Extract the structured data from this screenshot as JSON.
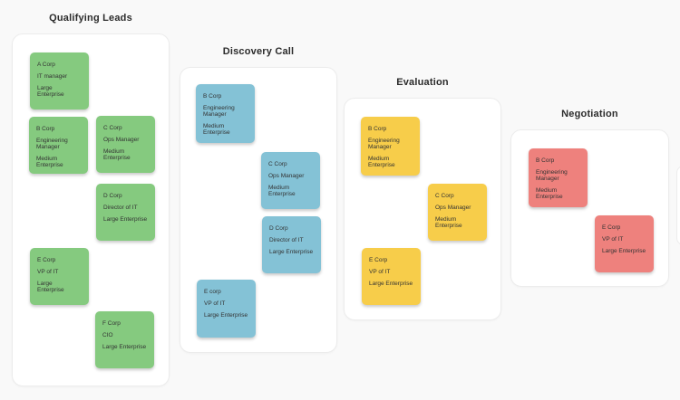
{
  "page": {
    "background_color": "#f9f9f9",
    "panel_color": "#ffffff",
    "panel_border_color": "#ececec"
  },
  "board": {
    "stages": [
      {
        "title": "Qualifying Leads",
        "card_color": "#85ca7f",
        "cards": [
          {
            "company": "A Corp",
            "role": "IT manager",
            "size": "Large\nEnterprise"
          },
          {
            "company": "B Corp",
            "role": "Engineering\nManager",
            "size": "Medium\nEnterprise"
          },
          {
            "company": "C Corp",
            "role": "Ops Manager",
            "size": "Medium\nEnterprise"
          },
          {
            "company": "D Corp",
            "role": "Director of IT",
            "size": "Large Enterprise"
          },
          {
            "company": "E Corp",
            "role": "VP of IT",
            "size": "Large\nEnterprise"
          },
          {
            "company": "F Corp",
            "role": "CIO",
            "size": "Large Enterprise"
          }
        ]
      },
      {
        "title": "Discovery Call",
        "card_color": "#84c2d6",
        "cards": [
          {
            "company": "B Corp",
            "role": "Engineering\nManager",
            "size": "Medium\nEnterprise"
          },
          {
            "company": "C Corp",
            "role": "Ops Manager",
            "size": "Medium\nEnterprise"
          },
          {
            "company": "D Corp",
            "role": "Director of IT",
            "size": "Large Enterprise"
          },
          {
            "company": "E corp",
            "role": "VP of IT",
            "size": "Large Enterprise"
          }
        ]
      },
      {
        "title": "Evaluation",
        "card_color": "#f7cd4a",
        "cards": [
          {
            "company": "B Corp",
            "role": "Engineering\nManager",
            "size": "Medium\nEnterprise"
          },
          {
            "company": "C Corp",
            "role": "Ops Manager",
            "size": "Medium\nEnterprise"
          },
          {
            "company": "E Corp",
            "role": "VP of IT",
            "size": "Large Enterprise"
          }
        ]
      },
      {
        "title": "Negotiation",
        "card_color": "#ee817d",
        "cards": [
          {
            "company": "B Corp",
            "role": "Engineering\nManager",
            "size": "Medium\nEnterprise"
          },
          {
            "company": "E Corp",
            "role": "VP of IT",
            "size": "Large Enterprise"
          }
        ]
      }
    ]
  }
}
